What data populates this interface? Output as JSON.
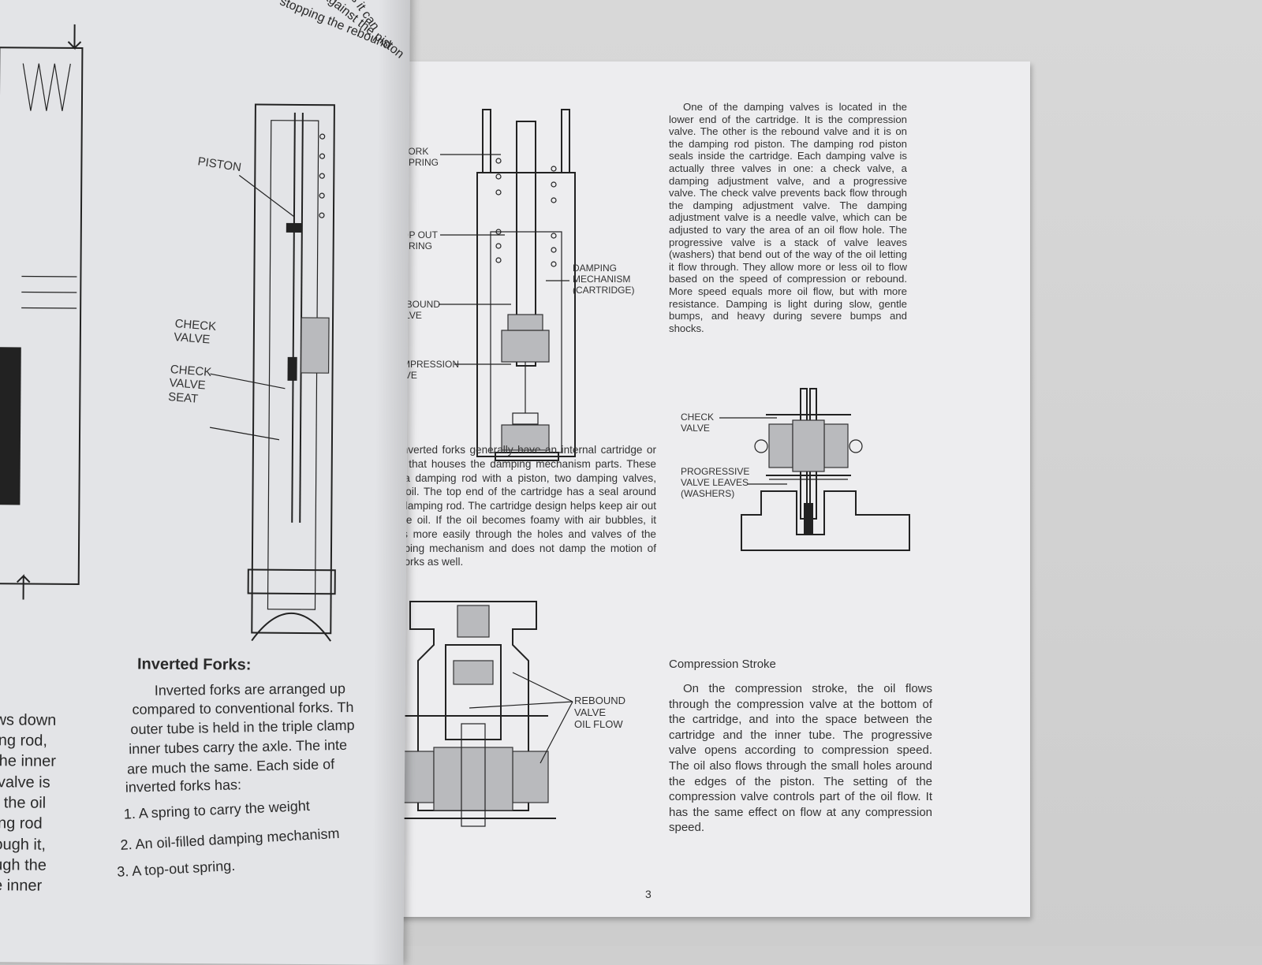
{
  "left_page": {
    "top_fragments": [
      "as it can",
      "against the piston",
      "stopping the rebound"
    ],
    "labels": {
      "piston": "PISTON",
      "check_valve": "CHECK\nVALVE",
      "check_valve_seat": "CHECK\nVALVE\nSEAT"
    },
    "section_title": "Inverted Forks:",
    "intro_lines": [
      "Inverted forks are arranged up",
      "compared to conventional forks. Th",
      "outer tube is held in the triple clamp",
      "inner tubes carry the axle. The inte",
      "are much the same. Each side of",
      "inverted forks has:"
    ],
    "list": [
      "1. A spring to carry the weight",
      "2. An oil-filled damping mechanism",
      "3. A top-out spring."
    ],
    "edge_fragments": [
      "ws down",
      "ing rod,",
      "the inner",
      "valve is",
      "the oil",
      "ing rod",
      "ough it,",
      "ugh the",
      "e inner"
    ]
  },
  "right_page": {
    "cartridge_labels": {
      "fork_spring": "FORK\nSPRING",
      "top_out_spring": "TOP OUT\nSPRING",
      "damping_mechanism": "DAMPING\nMECHANISM\n(CARTRIDGE)",
      "rebound_valve": "REBOUND\nVALVE",
      "compression_valve": "COMPRESSION\nVALVE"
    },
    "paragraph_damping_valves": "One of the damping valves is located in the lower end of the cartridge. It is the compression valve. The other is the rebound valve and it is on the damping rod piston. The damping rod piston seals inside the cartridge. Each damping valve is actually three valves in one: a check valve, a damping adjustment valve, and a progressive valve. The check valve prevents back flow through the damping adjustment valve. The damping adjustment valve is a needle valve, which can be adjusted to vary the area of an oil flow hole. The progressive valve is a stack of valve leaves (washers) that bend out of the way of the oil letting it flow through. They allow more or less oil to flow based on the speed of compression or rebound. More speed equals more oil flow, but with more resistance. Damping is light during slow, gentle bumps, and heavy during severe bumps and shocks.",
    "valve_labels": {
      "check_valve": "CHECK\nVALVE",
      "progressive_leaves": "PROGRESSIVE\nVALVE LEAVES\n(WASHERS)"
    },
    "paragraph_inverted": "Inverted forks generally have an internal cartridge or tube that houses the damping mechanism parts. These are a damping rod with a piston, two damping valves, and oil. The top end of the cartridge has a seal around the damping rod. The cartridge design helps keep air out of the oil. If the oil becomes foamy with air bubbles, it flows more easily through the holes and valves of the damping mechanism and does not damp the motion of the forks as well.",
    "rebound_flow_label": "REBOUND\nVALVE\nOIL FLOW",
    "compression_heading": "Compression Stroke",
    "paragraph_compression": "On the compression stroke, the oil flows through the compression valve at the bottom of the cartridge, and into the space between the cartridge and the inner tube. The progressive valve opens according to compression speed. The oil also flows through the small holes around the edges of the piston. The setting of the compression valve controls part of the oil flow. It has the same effect on flow at any compression speed.",
    "page_number": "3"
  }
}
